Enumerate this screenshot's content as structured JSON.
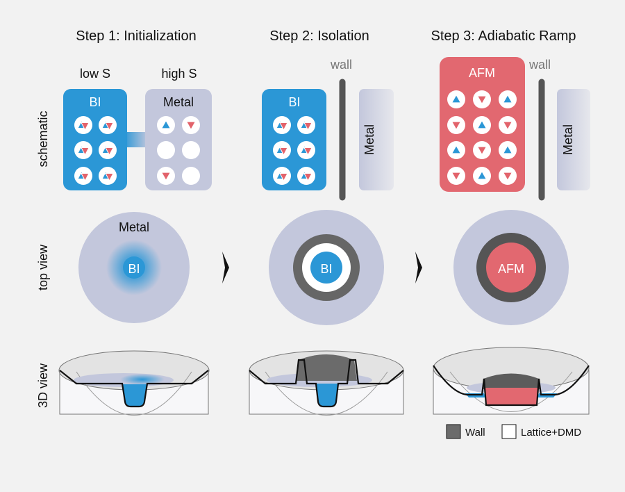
{
  "steps": [
    "Step 1: Initialization",
    "Step 2: Isolation",
    "Step 3: Adiabatic Ramp"
  ],
  "row_labels": [
    "schematic",
    "top view",
    "3D view"
  ],
  "entropy": {
    "low": "low S",
    "high": "high S"
  },
  "labels": {
    "bi": "BI",
    "metal": "Metal",
    "afm": "AFM",
    "wall": "wall"
  },
  "legend": {
    "wall": "Wall",
    "lattice": "Lattice+DMD"
  },
  "colors": {
    "bi_blue": "#2b97d6",
    "metal_gray": "#c3c7dc",
    "afm_red": "#e26870",
    "wall_dark": "#555555",
    "spin_up": "#2b97d6",
    "spin_down": "#e2636b",
    "background": "#f2f2f2"
  },
  "icons": [
    "spin-up-icon",
    "spin-down-icon",
    "doublon-icon",
    "empty-site-icon",
    "chevron-right-icon"
  ]
}
